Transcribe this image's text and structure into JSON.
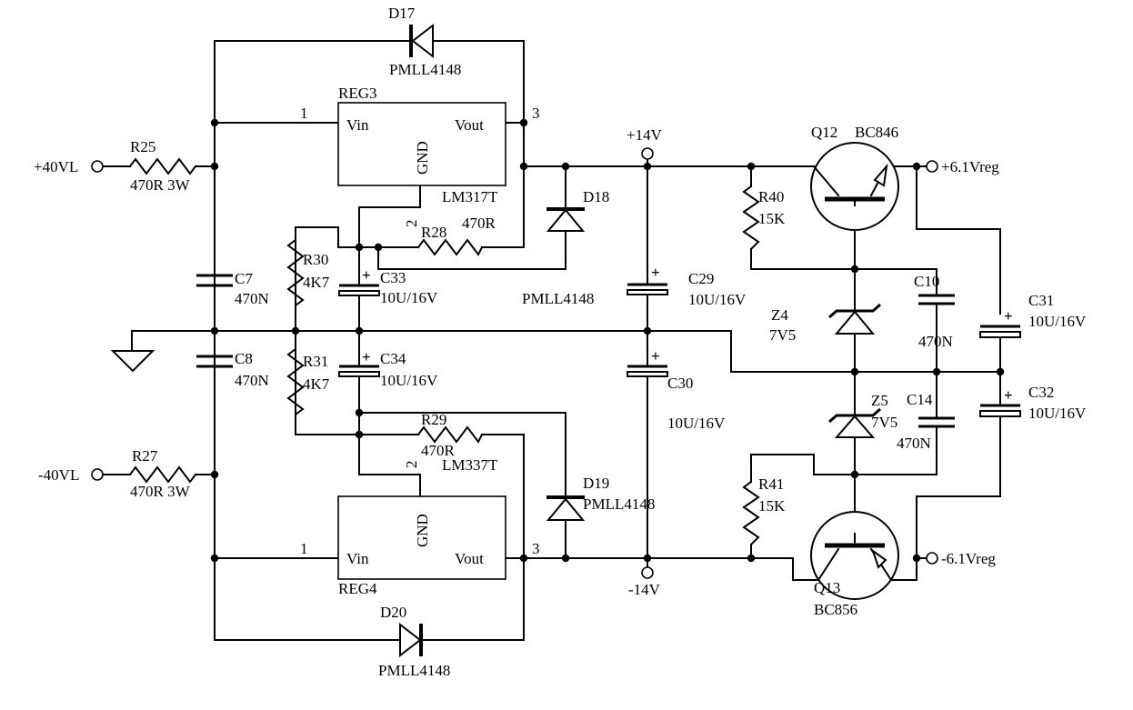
{
  "nets": {
    "pos40": "+40VL",
    "neg40": "-40VL",
    "pos14": "+14V",
    "neg14": "-14V",
    "pos61": "+6.1Vreg",
    "neg61": "-6.1Vreg"
  },
  "components": {
    "D17": {
      "ref": "D17",
      "value": "PMLL4148"
    },
    "D18": {
      "ref": "D18",
      "value": "PMLL4148"
    },
    "D19": {
      "ref": "D19",
      "value": "PMLL4148"
    },
    "D20": {
      "ref": "D20",
      "value": "PMLL4148"
    },
    "REG3": {
      "ref": "REG3",
      "value": "LM317T",
      "vin": "Vin",
      "vout": "Vout",
      "gnd": "GND",
      "pin1": "1",
      "pin2": "2",
      "pin3": "3"
    },
    "REG4": {
      "ref": "REG4",
      "value": "LM337T",
      "vin": "Vin",
      "vout": "Vout",
      "gnd": "GND",
      "pin1": "1",
      "pin2": "2",
      "pin3": "3"
    },
    "R25": {
      "ref": "R25",
      "value": "470R 3W"
    },
    "R27": {
      "ref": "R27",
      "value": "470R 3W"
    },
    "R28": {
      "ref": "R28",
      "value": "470R"
    },
    "R29": {
      "ref": "R29",
      "value": "470R"
    },
    "R30": {
      "ref": "R30",
      "value": "4K7"
    },
    "R31": {
      "ref": "R31",
      "value": "4K7"
    },
    "R40": {
      "ref": "R40",
      "value": "15K"
    },
    "R41": {
      "ref": "R41",
      "value": "15K"
    },
    "C7": {
      "ref": "C7",
      "value": "470N"
    },
    "C8": {
      "ref": "C8",
      "value": "470N"
    },
    "C10": {
      "ref": "C10",
      "value": "470N"
    },
    "C14": {
      "ref": "C14",
      "value": "470N"
    },
    "C29": {
      "ref": "C29",
      "value": "10U/16V"
    },
    "C30": {
      "ref": "C30",
      "value": "10U/16V"
    },
    "C31": {
      "ref": "C31",
      "value": "10U/16V"
    },
    "C32": {
      "ref": "C32",
      "value": "10U/16V"
    },
    "C33": {
      "ref": "C33",
      "value": "10U/16V"
    },
    "C34": {
      "ref": "C34",
      "value": "10U/16V"
    },
    "Z4": {
      "ref": "Z4",
      "value": "7V5"
    },
    "Z5": {
      "ref": "Z5",
      "value": "7V5"
    },
    "Q12": {
      "ref": "Q12",
      "value": "BC846"
    },
    "Q13": {
      "ref": "Q13",
      "value": "BC856"
    }
  },
  "polarity_mark": "+"
}
